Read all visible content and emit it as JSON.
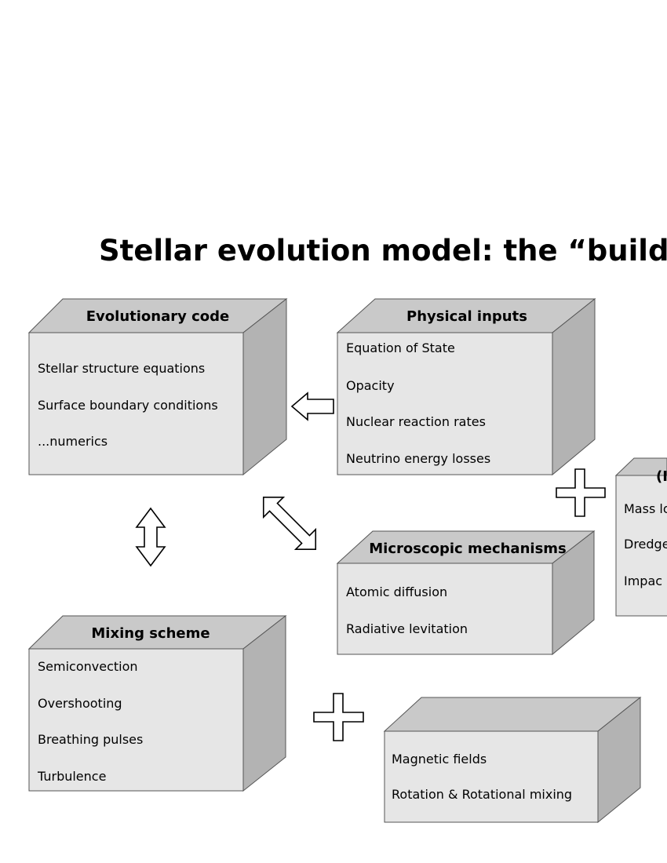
{
  "title": "Stellar evolution model: the “buildin",
  "boxes": {
    "evolutionary_code": {
      "title": "Evolutionary code",
      "items": [
        "Stellar structure  equations",
        "Surface boundary conditions",
        "...numerics"
      ]
    },
    "physical_inputs": {
      "title": "Physical inputs",
      "items": [
        "Equation of State",
        "Opacity",
        "Nuclear reaction rates",
        "Neutrino energy losses"
      ]
    },
    "partial_box": {
      "title": "(I",
      "items": [
        "Mass lo",
        "Dredge",
        "Impac"
      ]
    },
    "microscopic_mechanisms": {
      "title": "Microscopic mechanisms",
      "items": [
        "Atomic diffusion",
        "Radiative levitation"
      ]
    },
    "mixing_scheme": {
      "title": "Mixing scheme",
      "items": [
        "Semiconvection",
        "Overshooting",
        "Breathing pulses",
        "Turbulence"
      ]
    },
    "magnetic_rotation": {
      "title": "",
      "items": [
        "Magnetic fields",
        "Rotation & Rotational mixing"
      ]
    }
  },
  "colors": {
    "front_face": "#e6e6e6",
    "top_face": "#c9c9c9",
    "side_face": "#b3b3b3",
    "arrow_fill": "#ffffff",
    "outline": "#000000"
  }
}
